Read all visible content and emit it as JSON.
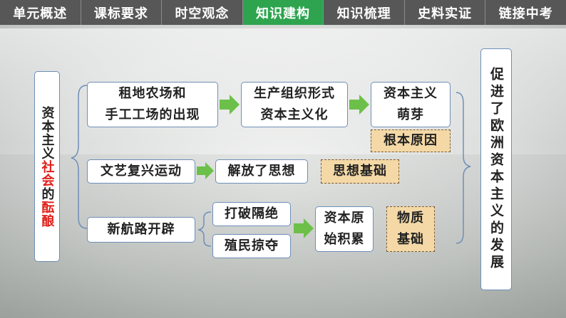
{
  "tabs": [
    {
      "label": "单元概述",
      "active": false
    },
    {
      "label": "课标要求",
      "active": false
    },
    {
      "label": "时空观念",
      "active": false
    },
    {
      "label": "知识建构",
      "active": true
    },
    {
      "label": "知识梳理",
      "active": false
    },
    {
      "label": "史料实证",
      "active": false
    },
    {
      "label": "链接中考",
      "active": false
    }
  ],
  "left_box": {
    "part1": "资本主义",
    "part2_red": "社会",
    "part3": "的",
    "part4_red": "酝酿"
  },
  "row1": {
    "a": [
      "租地农场和",
      "手工工场的出现"
    ],
    "b": [
      "生产组织形式",
      "资本主义化"
    ],
    "c": [
      "资本主义",
      "萌芽"
    ],
    "tag": "根本原因"
  },
  "row2": {
    "a": "文艺复兴运动",
    "b": "解放了思想",
    "tag": "思想基础"
  },
  "row3": {
    "a": "新航路开辟",
    "b1": "打破隔绝",
    "b2": "殖民掠夺",
    "c": [
      "资本原",
      "始积累"
    ],
    "tag": [
      "物质",
      "基础"
    ]
  },
  "right_box": "促进了欧洲资本主义的发展",
  "colors": {
    "tab_bar": "#575757",
    "tab_active": "#2ea44f",
    "box_border": "#6e8fb8",
    "tag_fill": "#f4d9a6",
    "arrow": "#6cc04a",
    "highlight_red": "#e0201b"
  }
}
